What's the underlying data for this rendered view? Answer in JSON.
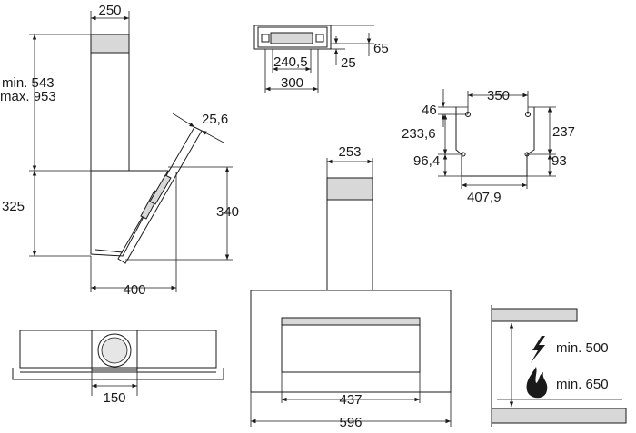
{
  "side_view": {
    "width_top": "250",
    "min_height": "min. 543",
    "max_height": "max. 953",
    "lower_height": "325",
    "glass_thickness": "25,6",
    "hood_height": "340",
    "depth": "400"
  },
  "top_outlet_view": {
    "inner_width": "240,5",
    "outer_width": "300",
    "height_offset": "65",
    "inner_offset": "25"
  },
  "bracket_view": {
    "top_spacing": "350",
    "top_offset": "46",
    "left_height": "233,6",
    "right_height": "237",
    "left_bottom": "96,4",
    "right_bottom": "93",
    "bottom_width": "407,9"
  },
  "front_view": {
    "chimney_width": "253",
    "panel_width": "437",
    "total_width": "596"
  },
  "bottom_view": {
    "outlet_diameter": "150"
  },
  "clearance_view": {
    "electric_min": "min. 500",
    "gas_min": "min. 650",
    "electric_icon": "lightning-icon",
    "gas_icon": "flame-icon"
  }
}
